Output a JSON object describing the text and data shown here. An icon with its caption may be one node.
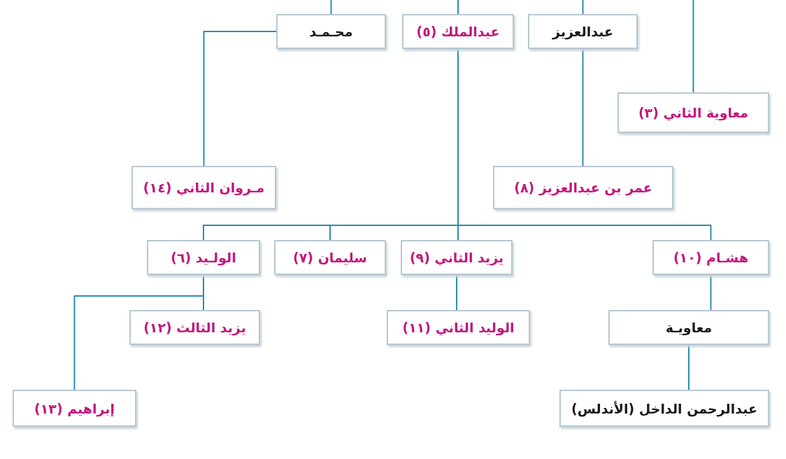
{
  "diagram": {
    "nodes": [
      {
        "text": [
          "محـمـد"
        ]
      },
      {
        "text": [
          "عبدالملك (٥)"
        ]
      },
      {
        "text": [
          "عبدالعزيز"
        ]
      },
      {
        "text": [
          "معاوية الثاني (٣)"
        ]
      },
      {
        "text": [
          "مـروان الثاني (١٤)"
        ]
      },
      {
        "text": [
          "عمر بن عبدالعزيز (٨)"
        ]
      },
      {
        "text": [
          "الولـيد (٦)"
        ]
      },
      {
        "text": [
          "سليمان (٧)"
        ]
      },
      {
        "text": [
          "يزيد الثاني (٩)"
        ]
      },
      {
        "text": [
          "هشـام (١٠)"
        ]
      },
      {
        "text": [
          "يزيد الثالث (١٢)"
        ]
      },
      {
        "text": [
          "إبراهيم (١٣)"
        ]
      },
      {
        "text": [
          "الوليد الثاني (١١)"
        ]
      },
      {
        "text": [
          "معاويـة"
        ]
      },
      {
        "text": [
          "عبدالرحمن الداخل (الأندلس)"
        ]
      }
    ],
    "edges": [
      {
        "from": null,
        "to": 0,
        "arrow": "none"
      },
      {
        "from": null,
        "to": 1,
        "arrow": "none"
      },
      {
        "from": null,
        "to": 2,
        "arrow": "none"
      },
      {
        "from": null,
        "to": 3,
        "arrow": "none"
      },
      {
        "from": 0,
        "to": 4,
        "arrow": "none"
      },
      {
        "from": 2,
        "to": 5,
        "arrow": "none"
      },
      {
        "from": 1,
        "to": 6,
        "arrow": "none"
      },
      {
        "from": 1,
        "to": 7,
        "arrow": "none"
      },
      {
        "from": 1,
        "to": 8,
        "arrow": "none"
      },
      {
        "from": 1,
        "to": 9,
        "arrow": "none"
      },
      {
        "from": 6,
        "to": 10,
        "arrow": "none"
      },
      {
        "from": 6,
        "to": 11,
        "arrow": "none"
      },
      {
        "from": 8,
        "to": 12,
        "arrow": "none"
      },
      {
        "from": 9,
        "to": 13,
        "arrow": "none"
      },
      {
        "from": 13,
        "to": 14,
        "arrow": "none"
      }
    ]
  }
}
